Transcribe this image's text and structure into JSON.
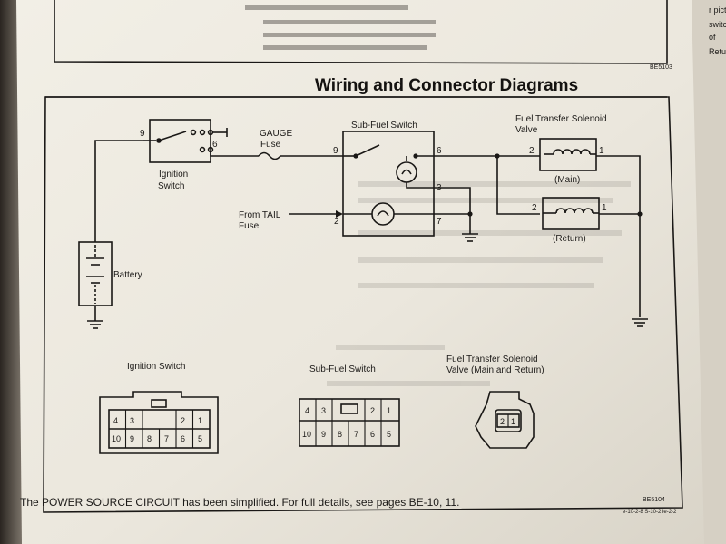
{
  "page": {
    "title": "Wiring and Connector Diagrams",
    "top_code": "BE5103",
    "bottom_code": "BE5104",
    "corner_code": "e-10-2-8 S-10-2 le-2-2",
    "footer_note": "The POWER SOURCE CIRCUIT has been simplified. For full details, see pages BE-10, 11.",
    "facing_page_fragments": [
      "r picture",
      "switch",
      "of",
      "Return"
    ]
  },
  "wiring": {
    "ignition_switch": {
      "label": "Ignition",
      "label2": "Switch",
      "pin_left": "9",
      "pin_right": "6"
    },
    "gauge_fuse": {
      "label": "GAUGE",
      "label2": "Fuse"
    },
    "sub_fuel_switch": {
      "label": "Sub-Fuel Switch",
      "pin9": "9",
      "pin6": "6",
      "pin3": "3",
      "pin2": "2",
      "pin7": "7"
    },
    "tail_fuse": {
      "label": "From TAIL",
      "label2": "Fuse"
    },
    "battery": {
      "label": "Battery"
    },
    "solenoid": {
      "label": "Fuel Transfer Solenoid",
      "label2": "Valve",
      "main_label": "(Main)",
      "return_label": "(Return)",
      "main_pin_in": "2",
      "main_pin_out": "1",
      "return_pin_in": "2",
      "return_pin_out": "1"
    }
  },
  "connectors": {
    "ignition": {
      "title": "Ignition Switch",
      "top_row": [
        "4",
        "3",
        "",
        "",
        "2",
        "1"
      ],
      "bottom_row": [
        "10",
        "9",
        "8",
        "7",
        "6",
        "5"
      ]
    },
    "sub_fuel": {
      "title": "Sub-Fuel Switch",
      "top_row": [
        "4",
        "3",
        "",
        "",
        "2",
        "1"
      ],
      "bottom_row": [
        "10",
        "9",
        "8",
        "7",
        "6",
        "5"
      ]
    },
    "solenoid": {
      "title": "Fuel Transfer Solenoid",
      "title2": "Valve (Main and Return)",
      "pins": [
        "2",
        "1"
      ]
    }
  }
}
